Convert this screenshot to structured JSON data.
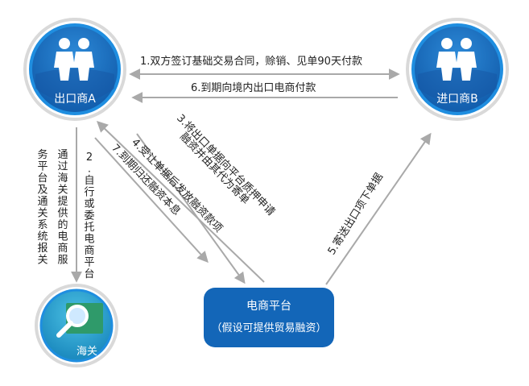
{
  "nodes": {
    "exporter": {
      "label": "出口商A",
      "icon": "people-icon"
    },
    "importer": {
      "label": "进口商B",
      "icon": "people-icon"
    },
    "customs": {
      "label": "海关",
      "icon": "magnifier-icon"
    },
    "platform": {
      "line1": "电商平台",
      "line2": "（假设可提供贸易融资）"
    }
  },
  "edges": {
    "e1": "1.双方签订基础交易合同，赊销、见单90天付款",
    "e6": "6.到期向境内出口电商付款",
    "e2_col1": "2.自行或委托电商平台",
    "e2_col2": "通过海关提供的电商服",
    "e2_col3": "务平台及通关系统报关",
    "e3_line1": "3.将出口单据向平台质押申请",
    "e3_line2": "融资并由其代为寄单",
    "e4": "4.受让单据后发放融资款项",
    "e7": "7.到期归还融资本息",
    "e5": "5.寄送出口项下单据"
  },
  "colors": {
    "primary": "#1a6fc0",
    "ring": "#1f8ee0",
    "arrow": "#a9a9a9",
    "customs_fill": "#2aa3c8"
  }
}
